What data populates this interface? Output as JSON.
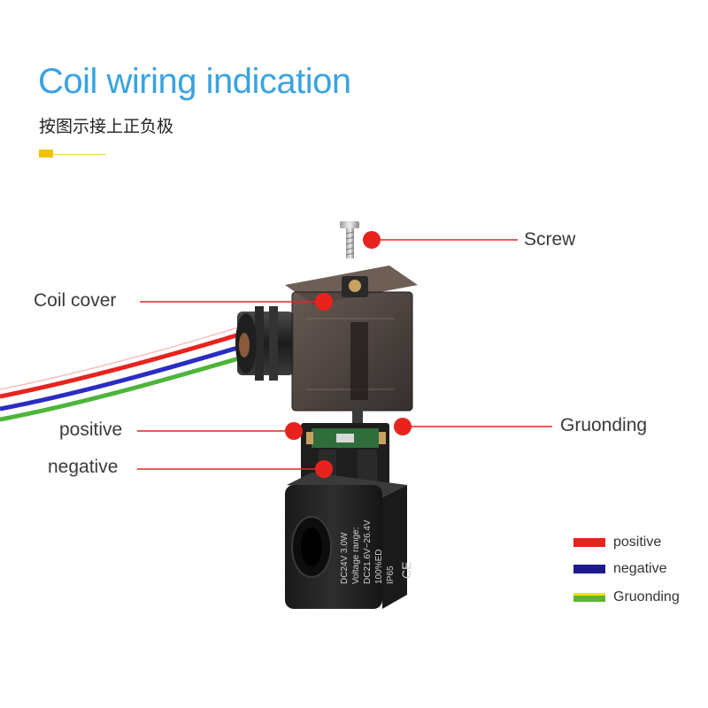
{
  "header": {
    "title_part1": "Coil wiring",
    "title_part2": "indication",
    "subtitle": "按图示接上正负极"
  },
  "callouts": {
    "screw": "Screw",
    "coil_cover": "Coil cover",
    "positive": "positive",
    "negative": "negative",
    "grounding": "Gruonding"
  },
  "coil_label": {
    "line1": "DC24V  3.0W",
    "line2": "Voltage range:",
    "line3": "DC21.6V~26.4V",
    "line4": "100%ED",
    "line5": "IP65",
    "mark": "CE"
  },
  "legend": {
    "items": [
      {
        "label": "positive",
        "color": "#e8231e"
      },
      {
        "label": "negative",
        "color": "#1d1a8f"
      },
      {
        "label": "Gruonding",
        "color": "#5fb52e",
        "stripe": "#f2e01b"
      }
    ]
  },
  "colors": {
    "title": "#3aa3df",
    "callout_dot": "#e8231e",
    "callout_line": "#e8231e",
    "wire_red": "#e8231e",
    "wire_blue": "#2a2cc4",
    "wire_green": "#4db53a"
  }
}
